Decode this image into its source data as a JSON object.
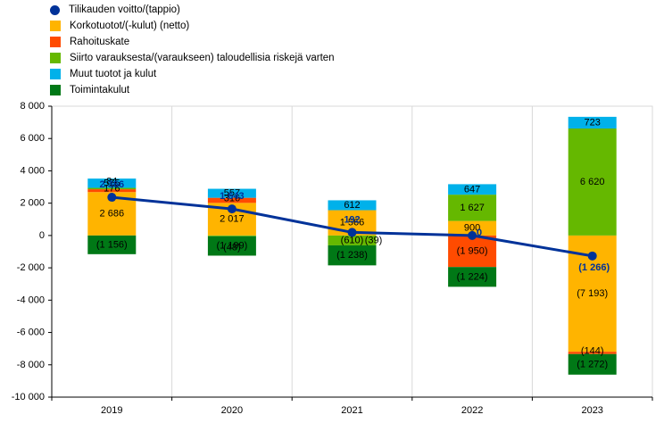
{
  "chart_data": {
    "type": "bar",
    "stacked": true,
    "categories": [
      "2019",
      "2020",
      "2021",
      "2022",
      "2023"
    ],
    "ylim": [
      -10000,
      8000
    ],
    "yticks": [
      8000,
      6000,
      4000,
      2000,
      0,
      -2000,
      -4000,
      -6000,
      -8000,
      -10000
    ],
    "ytick_labels": [
      "8 000",
      "6 000",
      "4 000",
      "2 000",
      "0",
      "-2 000",
      "-4 000",
      "-6 000",
      "-8 000",
      "-10 000"
    ],
    "grid": true,
    "legend_position": "top-left",
    "series": [
      {
        "name": "Korkotuotot/(-kulut) (netto)",
        "color": "#ffb400",
        "values": [
          2686,
          2017,
          1566,
          900,
          -7193
        ],
        "labels": [
          "2 686",
          "2 017",
          "1 566",
          "900",
          "(7 193)"
        ]
      },
      {
        "name": "Rahoituskate",
        "color": "#ff4b00",
        "values": [
          176,
          316,
          0,
          -1950,
          -144
        ],
        "labels": [
          "176",
          "316",
          "",
          "(1 950)",
          "(144)"
        ]
      },
      {
        "name": "Siirto varauksesta/(varaukseen) taloudellisia riskejä varten",
        "color": "#65b800",
        "values": [
          84,
          -48,
          -610,
          1627,
          6620
        ],
        "labels": [
          "84",
          "(48)",
          "(610)",
          "1 627",
          "6 620"
        ]
      },
      {
        "name": "Muut tuotot ja kulut",
        "color": "#00b1ea",
        "values": [
          575,
          557,
          612,
          647,
          723
        ],
        "labels": [
          "575",
          "557",
          "612",
          "647",
          "723"
        ]
      },
      {
        "name": "Toimintakulut",
        "color": "#007816",
        "values": [
          -1156,
          -1199,
          -1238,
          -1224,
          -1272
        ],
        "labels": [
          "(1 156)",
          "(1 199)",
          "(1 238)",
          "(1 224)",
          "(1 272)"
        ]
      }
    ],
    "line": {
      "name": "Tilikauden voitto/(tappio)",
      "color": "#003299",
      "values": [
        2366,
        1643,
        192,
        0,
        -1266
      ],
      "labels": [
        "2 366",
        "1 643",
        "192",
        "0",
        "(1 266)"
      ]
    },
    "extra_labels": [
      {
        "category": "2021",
        "text": "(39)",
        "value": -150
      }
    ]
  }
}
